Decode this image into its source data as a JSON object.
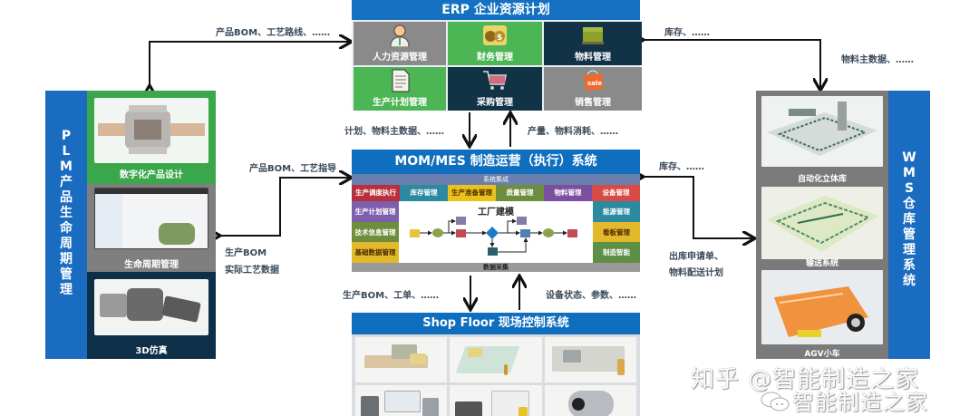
{
  "erp": {
    "title": "ERP 企业资源计划",
    "modules": [
      {
        "label": "人力资源管理",
        "icon": "person-icon",
        "color": "#8a8a8a"
      },
      {
        "label": "财务管理",
        "icon": "money-bag-icon",
        "color": "#4cb554"
      },
      {
        "label": "物料管理",
        "icon": "pallet-icon",
        "color": "#123246"
      },
      {
        "label": "生产计划管理",
        "icon": "document-icon",
        "color": "#4cb554"
      },
      {
        "label": "采购管理",
        "icon": "shopping-cart-icon",
        "color": "#123246"
      },
      {
        "label": "销售管理",
        "icon": "sale-bag-icon",
        "color": "#8a8a8a"
      }
    ]
  },
  "mes": {
    "title": "MOM/MES 制造运营（执行）系统",
    "integration": "系统集成",
    "top_row": [
      {
        "label": "生产调度执行",
        "color": "#b8303b"
      },
      {
        "label": "库存管理",
        "color": "#2b8aa0"
      },
      {
        "label": "生产准备管理",
        "color": "#e9c21c"
      },
      {
        "label": "质量管理",
        "color": "#6f8e3d"
      },
      {
        "label": "物料管理",
        "color": "#7c4ea0"
      },
      {
        "label": "设备管理",
        "color": "#d84a45"
      }
    ],
    "left_col": [
      {
        "label": "生产计划管理",
        "color": "#7e5fae"
      },
      {
        "label": "技术信息管理",
        "color": "#6f8e3d"
      },
      {
        "label": "基础数据管理",
        "color": "#e2b92a"
      }
    ],
    "right_col": [
      {
        "label": "能源管理",
        "color": "#2b8aa0"
      },
      {
        "label": "看板管理",
        "color": "#e2b92a"
      },
      {
        "label": "制造智能",
        "color": "#5d8f45"
      }
    ],
    "center_title": "工厂建模",
    "data_collection": "数据采集"
  },
  "shop_floor": {
    "title": "Shop Floor 现场控制系统",
    "images": [
      "production-line-image",
      "plant-layout-image",
      "machine-room-image",
      "control-cabinet-image",
      "equipment-image",
      "motor-image"
    ]
  },
  "plm": {
    "side_label": [
      "P",
      "L",
      "M",
      "产",
      "品",
      "生",
      "命",
      "周",
      "期",
      "管",
      "理"
    ],
    "panels": [
      {
        "caption": "数字化产品设计",
        "image": "valve-cross-section-image"
      },
      {
        "caption": "生命周期管理",
        "image": "software-screenshot-image"
      },
      {
        "caption": "3D仿真",
        "image": "universal-joint-image"
      }
    ]
  },
  "wms": {
    "side_label": [
      "W",
      "M",
      "S",
      "仓",
      "库",
      "管",
      "理",
      "系",
      "统"
    ],
    "panels": [
      {
        "caption": "自动化立体库",
        "image": "warehouse-racks-image"
      },
      {
        "caption": "输送系统",
        "image": "conveyor-system-image"
      },
      {
        "caption": "AGV小车",
        "image": "agv-vehicle-image"
      }
    ]
  },
  "flows": {
    "plm_to_erp": "产品BOM、工艺路线、……",
    "erp_to_wms": "库存、……",
    "wms_from_erp": "物料主数据、……",
    "erp_to_mes": "计划、物料主数据、……",
    "mes_to_erp": "产量、物料消耗、……",
    "plm_to_mes": "产品BOM、工艺指导",
    "mes_to_plm_1": "生产BOM",
    "mes_to_plm_2": "实际工艺数据",
    "wms_to_mes": "库存、……",
    "mes_to_wms_1": "出库申请单、",
    "mes_to_wms_2": "物料配送计划",
    "mes_to_shop": "生产BOM、工单、……",
    "shop_to_mes": "设备状态、参数、……"
  },
  "watermark": {
    "line1": "知乎 @智能制造之家",
    "line2": "智能制造之家"
  }
}
